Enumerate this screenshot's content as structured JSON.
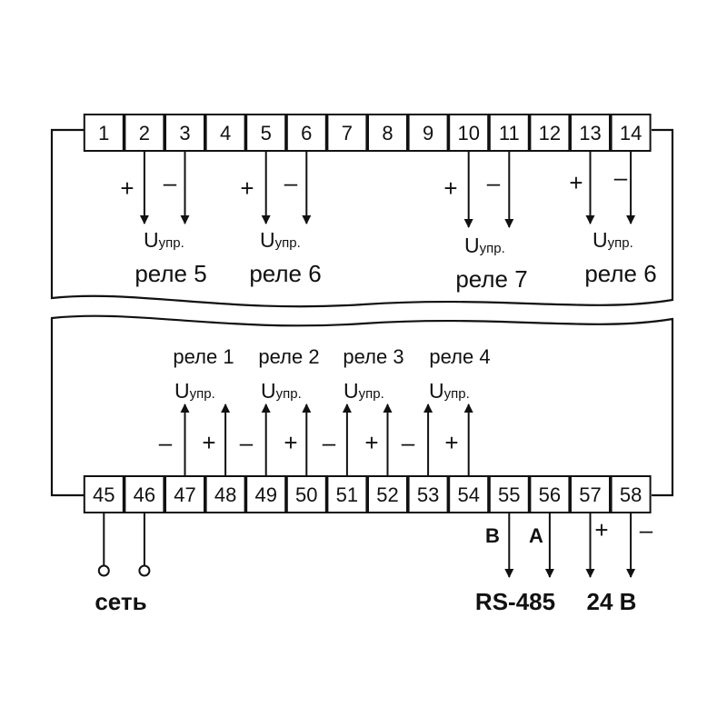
{
  "top_terminals": [
    "1",
    "2",
    "3",
    "4",
    "5",
    "6",
    "7",
    "8",
    "9",
    "10",
    "11",
    "12",
    "13",
    "14"
  ],
  "bottom_terminals": [
    "45",
    "46",
    "47",
    "48",
    "49",
    "50",
    "51",
    "52",
    "53",
    "54",
    "55",
    "56",
    "57",
    "58"
  ],
  "top_outputs": [
    {
      "u_main": "U",
      "u_sub": "упр.",
      "relay": "реле 5",
      "plus": "+",
      "minus": "–"
    },
    {
      "u_main": "U",
      "u_sub": "упр.",
      "relay": "реле 6",
      "plus": "+",
      "minus": "–"
    },
    {
      "u_main": "U",
      "u_sub": "упр.",
      "relay": "реле 7",
      "plus": "+",
      "minus": "–"
    },
    {
      "u_main": "U",
      "u_sub": "упр.",
      "relay": "реле 6",
      "plus": "+",
      "minus": "–"
    }
  ],
  "bottom_outputs": [
    {
      "relay": "реле 1",
      "u_main": "U",
      "u_sub": "упр.",
      "minus": "–",
      "plus": "+"
    },
    {
      "relay": "реле 2",
      "u_main": "U",
      "u_sub": "упр.",
      "minus": "–",
      "plus": "+"
    },
    {
      "relay": "реле 3",
      "u_main": "U",
      "u_sub": "упр.",
      "minus": "–",
      "plus": "+"
    },
    {
      "relay": "реле 4",
      "u_main": "U",
      "u_sub": "упр.",
      "minus": "–",
      "plus": "+"
    }
  ],
  "power": {
    "label": "сеть"
  },
  "rs485": {
    "label": "RS-485",
    "b": "B",
    "a": "A"
  },
  "supply24": {
    "label": "24 В",
    "plus": "+",
    "minus": "–"
  }
}
